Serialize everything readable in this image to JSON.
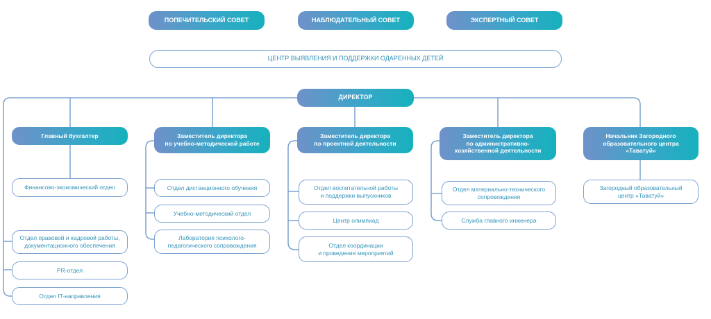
{
  "councils": [
    "ПОПЕЧИТЕЛЬСКИЙ СОВЕТ",
    "НАБЛЮДАТЕЛЬНЫЙ СОВЕТ",
    "ЭКСПЕРТНЫЙ СОВЕТ"
  ],
  "center": "ЦЕНТР ВЫЯВЛЕНИЯ И ПОДДЕРЖКИ ОДАРЕННЫХ ДЕТЕЙ",
  "director": "ДИРЕКТОР",
  "heads": [
    "Главный бухгалтер",
    "Заместитель директора\nпо учебно-методической работе",
    "Заместитель директора\nпо проектной деятельности",
    "Заместитель директора\nпо административно-\nхозяйственной деятельности",
    "Начальник Загородного\nобразовательного центра\n«Таватуй»"
  ],
  "departments": {
    "accounting": [
      "Финансово-экономический отдел",
      "Отдел правовой и кадровой работы,\nдокументационного обеспечения",
      "PR-отдел",
      "Отдел IT-направления"
    ],
    "methodical": [
      "Отдел дистанционного обучения",
      "Учебно-методический отдел",
      "Лаборатория психолого-\nпедагогического сопровождения"
    ],
    "project": [
      "Отдел воспитательной работы\nи поддержки выпускников",
      "Центр олимпиад",
      "Отдел координации\nи проведения мероприятий"
    ],
    "admin": [
      "Отдел материально-технического\nсопровождения",
      "Служба главного инженера"
    ],
    "tavatuy": [
      "Загородный образовательный\nцентр «Таватуй»"
    ]
  },
  "colors": {
    "line": "#7aa2cf",
    "gradient_start": "#6f91c9",
    "gradient_end": "#16b1bd",
    "outline_text": "#3393b8"
  }
}
